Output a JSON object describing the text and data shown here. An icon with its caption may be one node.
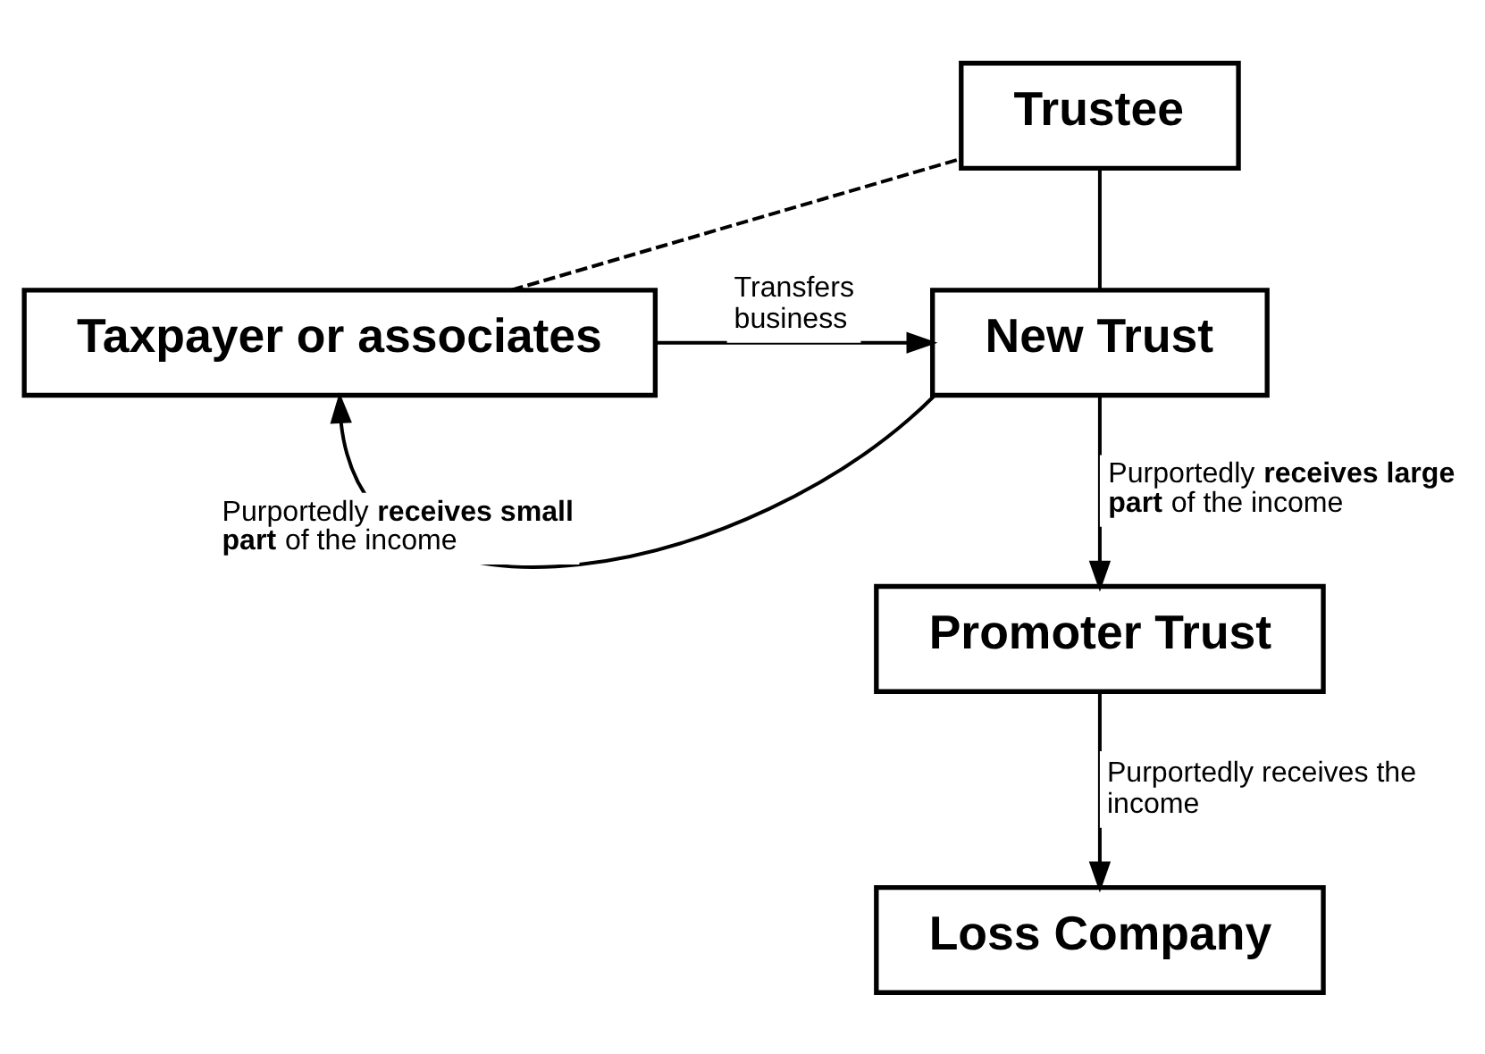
{
  "diagram": {
    "nodes": [
      {
        "text": [
          "Trustee"
        ]
      },
      {
        "text": [
          "Taxpayer or associates"
        ]
      },
      {
        "text": [
          "New Trust"
        ]
      },
      {
        "text": [
          "Promoter Trust"
        ]
      },
      {
        "text": [
          "Loss Company"
        ]
      }
    ],
    "edges": [
      {
        "from": 1,
        "to": 0,
        "arrow": "none",
        "style": "dashed"
      },
      {
        "from": 0,
        "to": 2,
        "arrow": "none"
      },
      {
        "from": 1,
        "to": 2,
        "arrow": "to",
        "label": "Transfers business"
      },
      {
        "from": 2,
        "to": 3,
        "arrow": "to",
        "label": "Purportedly **receives large part** of the income"
      },
      {
        "from": 2,
        "to": 1,
        "arrow": "to",
        "label": "Purportedly **receives small part** of the income"
      },
      {
        "from": 3,
        "to": 4,
        "arrow": "to",
        "label": "Purportedly receives the income"
      }
    ]
  }
}
